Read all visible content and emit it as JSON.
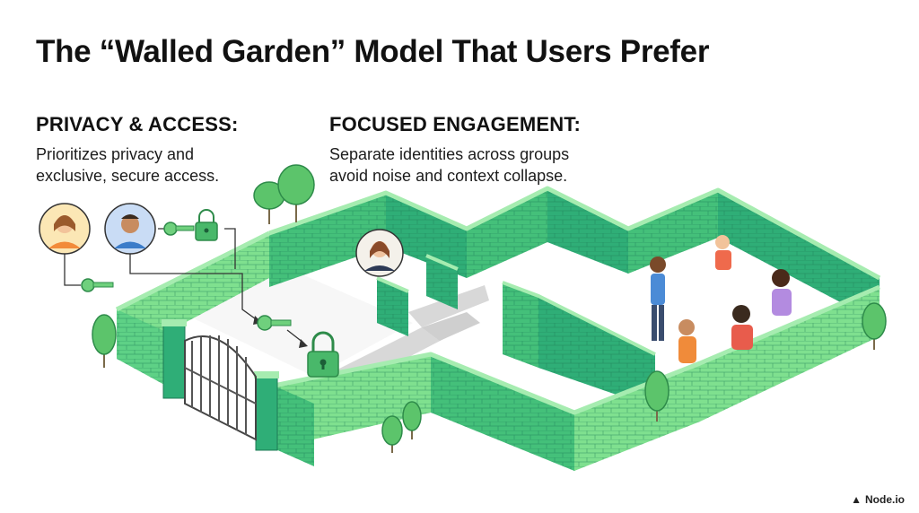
{
  "title": "The “Walled Garden” Model That Users Prefer",
  "privacy": {
    "heading": "PRIVACY & ACCESS:",
    "line1": "Prioritizes privacy and",
    "line2": "exclusive, secure access."
  },
  "engagement": {
    "heading": "FOCUSED ENGAGEMENT:",
    "line1": "Separate identities across groups",
    "line2": "avoid noise and context collapse."
  },
  "brand": {
    "logo_icon": "node-logo-icon",
    "name": "Node.io"
  },
  "colors": {
    "wall_light": "#7fe08f",
    "wall_mid": "#44c07a",
    "wall_dark": "#1f9a72",
    "wall_top": "#a6ecb0",
    "path": "#d6d6d6",
    "tree": "#5cc46b",
    "key": "#6fd07d",
    "lock": "#49b86a"
  }
}
